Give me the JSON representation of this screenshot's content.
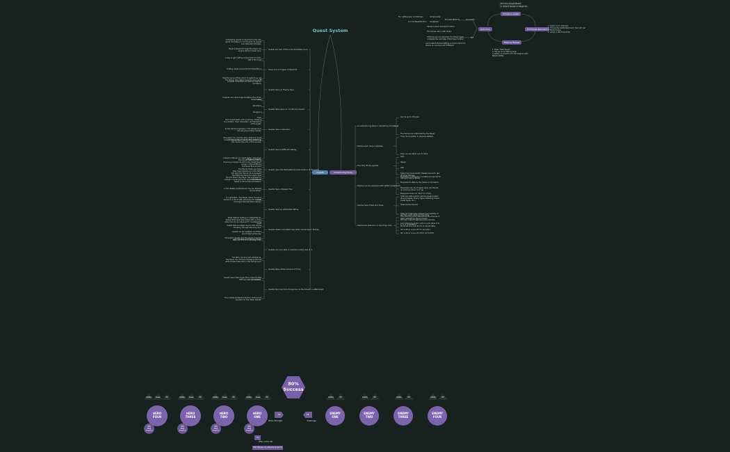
{
  "title": "Quest System",
  "colors": {
    "background": "#17221f",
    "accent_purple": "#6f5a9a",
    "accent_blue": "#5a7fb2",
    "title_teal": "#6cc1c5"
  },
  "hubs": {
    "quests": "Quests",
    "adventuring_party": "Adventuring Party"
  },
  "quest_branches": [
    {
      "label": "Quests are part of the Core Gameplay Loop",
      "leaves": [
        "Completing quests is important to the sub-game; the player is not forced to do quests over alternate activities.",
        "Player's Reward through the player can acquire items for their hero.",
        "A way to get crafting Components for Gear."
      ]
    },
    {
      "label": "Have one of 3 types of Rewards",
      "leaves": [
        "Gift of the Kings",
        "Crafting, Items and Gold from Expeditions",
        "Help the person/thing whom it needs to go out to"
      ]
    },
    {
      "label": "Quests have an Enemy Type",
      "leaves": [
        "The Enemy Type determines the chances of problem circumstances that are used for Conditions",
        "Enemies can have single modifiers (Fire, Frost, Poison, etc.)"
      ]
    },
    {
      "label": "Quests take place on of 4 Environments",
      "leaves": [
        "Forest",
        "Mountains",
        "Dungeons",
        "Town"
      ]
    },
    {
      "label": "Quests have a storyline",
      "leaves": [
        "Each Quest starts with a premise, detailing the location, main characters, and backstory of the Quest.",
        "As the Quest progresses in the background, the storyline further unfolds.",
        "The player can read the story while the Quest is happening, or later in the Quest Log."
      ]
    },
    {
      "label": "Quests have a Difficulty Rating",
      "leaves": [
        "Quests have an Enemy value that influences the chance the odds of the success.",
        "A player's Heroes can apply higher value from dungeon rewards."
      ]
    },
    {
      "label": "Quests have the Estimated Success Chance of the party",
      "leaves": [
        "The Quests Difficulty Rating",
        "How long a Quest has set on the Quest Board",
        "Longer = More Difficulty",
        "The Quest Environment",
        "The Heroes Traits and Class",
        "How many Heroes are in the Party",
        "The Gear the Heroes have equipped",
        "The Matching Value the player sees",
        "The Info Board the player has upgraded by their Board."
      ]
    },
    {
      "label": "Quests have a Reward Tier",
      "leaves": [
        "Lobbyer a quest game the player is rolled so based on the to-the-information.",
        "A Full (detail) symbol/event may be released by the player.",
        "If a uploaded... The Player doesn't know to exist."
      ]
    },
    {
      "label": "Quests have an estimated Rating",
      "leaves": [
        "Similar to a list of VOX sub-shores for the hub shortages selected items always.",
        "Write Defined Settings on Steel/Defects."
      ]
    },
    {
      "label": "Quests where completed use other resources on Entries",
      "leaves": [
        "Quests that have been failed with no Entry resources can be requeued to complete this quest",
        "Quests that are failed result in the heroes Grouping Through returning hero.",
        "Quests can be repeated, and that's encouraged game-play.",
        "Completed Quests give the player a reward, and are removed from the board."
      ]
    },
    {
      "label": "Quests can only take a maximum party size of 4",
      "leaves": [
        "Party can't fix in a marching order.",
        "The Party can be a solo adventurer."
      ]
    },
    {
      "label": "Quests take a fixed amount of Time",
      "leaves": [
        "The Player can continue managing the hub while Quests take place in the background.",
        "Quests never take longer than a few minutes of real time."
      ]
    },
    {
      "label": "Quests become more dangerous as the time ff on attempted",
      "leaves": [
        "Difficulty Rating increases.",
        "This creates protracted decision making and variation for the rotten benefit."
      ]
    }
  ],
  "party_branches": [
    {
      "label": "An Adventuring Party is decided by the Player",
      "leaves": [
        "Can be up to 4 Heroes",
        "The Heroes are customized by the Player"
      ]
    },
    {
      "label": "Heroes each have 3 abilities",
      "leaves": [
        "They can be spells, or physical abilities",
        "Only one can stand out of a time"
      ]
    },
    {
      "label": "The Holy Trinity applies",
      "leaves": [
        "Tank",
        "Healer",
        "DPS",
        "Tanks have more health; Healers are back, dps hit large damage"
      ]
    },
    {
      "label": "Heroes can be equipped with better equipment",
      "leaves": [
        "Equipment is shopped in a battle and earned for Hub gold during quests",
        "Equipment's stats by the Heroes in the teams",
        "Equipment can be of higher level, but Heroes do not know (Hero \"Lvl\" up)",
        "Equipment does not \"Bind\" to a Hero"
      ]
    },
    {
      "label": "Heroes have Traits and Class",
      "leaves": [
        "Traits are stats built for various Quest System (Environments, Enemy Types, Matching Orders, Quest Types, etc.)",
        "Class are the Heroes",
        "Traits and Class also influence survivability of the Hero when adding to the Party"
      ]
    },
    {
      "label": "Heroes are placed in a marching order",
      "leaves": [
        "The marching order determines the chances of being selected by the encounter",
        "Who are rolled to determine the outcome",
        "1st in Marching Order: 1-10 on a die table of 0, 1, 2, or 3 (50-60%)",
        "2nd is 26 on a one off of 4 to 10 (20-30%)",
        "3rd is 26 on a one off 7 to 10 (10%)",
        "4th is 26 on a one off of 8 to 10 (5-10%)"
      ]
    }
  ],
  "loop": {
    "top_notes": [
      "Pick the Quest Board",
      "2. Select Quest on Page Va"
    ],
    "nodes": {
      "choose": "Choose a quest",
      "outcome": "Outcome",
      "prototype": "Prototype approach",
      "playing": "Playing Heroes"
    },
    "right_notes": [
      "1. Select up to 4 Heroes",
      "2. Choose the Ability/Spell each Hero will use",
      "3. Equip Heroes",
      "4. Assign a Marching Order"
    ],
    "bottom_notes": [
      "1. Press \"Start Quest\"",
      "2. Heroes Go to Setting down",
      "3. Return on Quest's end; Be assigned with Responsibility"
    ],
    "left_items": [
      "For crafting Gear and Recipes",
      "Components",
      "Provides Rewards",
      "For Hub Beautification",
      "Gold/Jewel",
      "Successful",
      "Heroes is back at Quest Frontline",
      "The heroes return with Smart",
      "Fail",
      "If Heroes are not rewarded, the Player must complete the next step of that type location",
      "Learns about Heroes Setting and turns back the heroes on success. Lost if Marged."
    ]
  },
  "sim": {
    "success_pct": "80%",
    "success_label": "Success",
    "heroes": [
      {
        "name": "HERO\nFOUR",
        "stats": [
          "Ability",
          "Class",
          "HP"
        ],
        "sub": "ATK\nMag\nChance"
      },
      {
        "name": "HERO\nTHREE",
        "stats": [
          "Ability",
          "Class",
          "HP"
        ],
        "sub": "ATK\nMag\nChance"
      },
      {
        "name": "HERO\nTWO",
        "stats": [
          "Ability",
          "Class",
          "HP"
        ],
        "sub": "ATK\nMag\nChance"
      },
      {
        "name": "HERO\nONE",
        "stats": [
          "Ability",
          "Class",
          "HP"
        ],
        "sub": "ATK\nMag\nChance"
      }
    ],
    "party_strength_value": "20",
    "party_strength_label": "Party Strength",
    "challenge_value": "15",
    "challenge_label": "Challenge",
    "enemies": [
      {
        "name": "ENEMY\nONE",
        "stats": [
          "Ability",
          "HP"
        ]
      },
      {
        "name": "ENEMY\nTWO",
        "stats": [
          "Ability",
          "HP"
        ]
      },
      {
        "name": "ENEMY\nTHREE",
        "stats": [
          "Ability",
          "HP"
        ]
      },
      {
        "name": "ENEMY\nFOUR",
        "stats": [
          "Ability",
          "HP"
        ]
      }
    ],
    "roll_value": "70",
    "roll_label": "Who roll to hit",
    "result_label": "Hit! Heroes (1) Attacks to be hit"
  }
}
